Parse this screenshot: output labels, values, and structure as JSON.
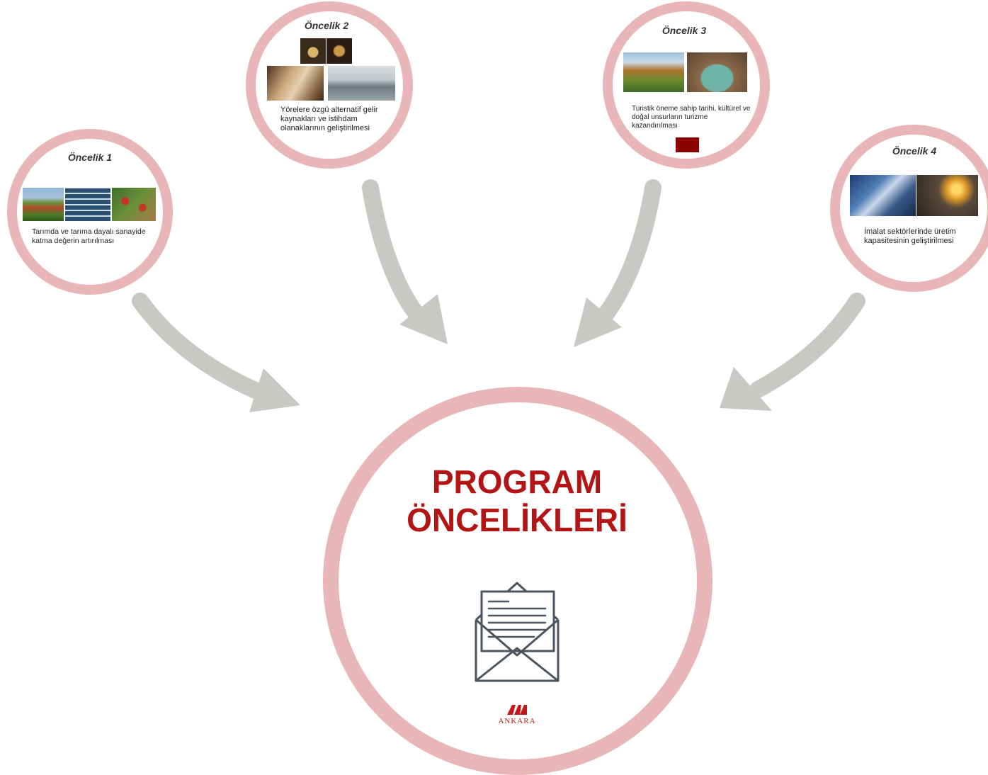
{
  "priorities": [
    {
      "title": "Öncelik 1",
      "description": "Tarımda ve tarıma dayalı sanayide katma değerin artırılması"
    },
    {
      "title": "Öncelik 2",
      "description": "Yörelere özgü alternatif gelir kaynakları ve istihdam olanaklarının geliştirilmesi"
    },
    {
      "title": "Öncelik 3",
      "description": "Turistik öneme sahip tarihi, kültürel ve doğal unsurların turizme kazandırılması"
    },
    {
      "title": "Öncelik 4",
      "description": "İmalat sektörlerinde  üretim kapasitesinin geliştirilmesi"
    }
  ],
  "center": {
    "line1": "PROGRAM",
    "line2": "ÖNCELİKLERİ",
    "icon": "envelope-document-icon",
    "logo_text": "ANKARA"
  },
  "colors": {
    "ring": "#e8b6b6",
    "arrow": "#c8c8c4",
    "title_red": "#b31414",
    "accent_square": "#8b0000"
  }
}
